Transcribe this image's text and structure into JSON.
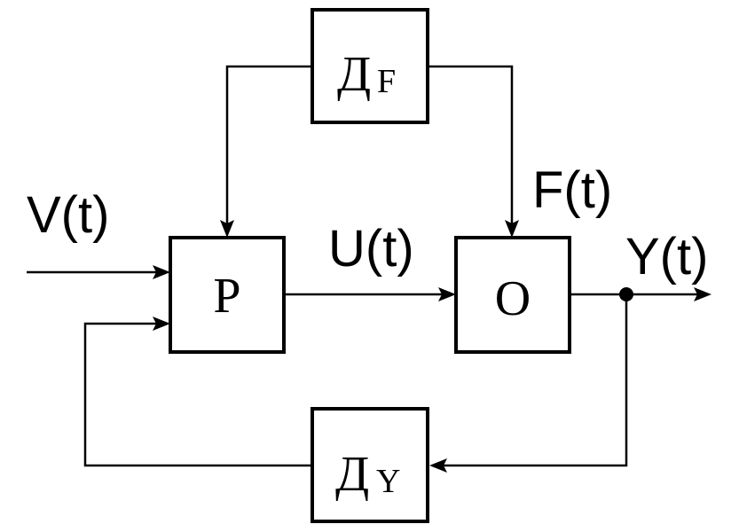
{
  "blocks": {
    "regulator": {
      "label": "Р"
    },
    "plant": {
      "label": "О"
    },
    "disturbance_sensor": {
      "label": "Д",
      "subscript": "F"
    },
    "output_sensor": {
      "label": "Д",
      "subscript": "Y"
    }
  },
  "signals": {
    "setpoint": "V(t)",
    "control": "U(t)",
    "disturbance": "F(t)",
    "output": "Y(t)"
  }
}
